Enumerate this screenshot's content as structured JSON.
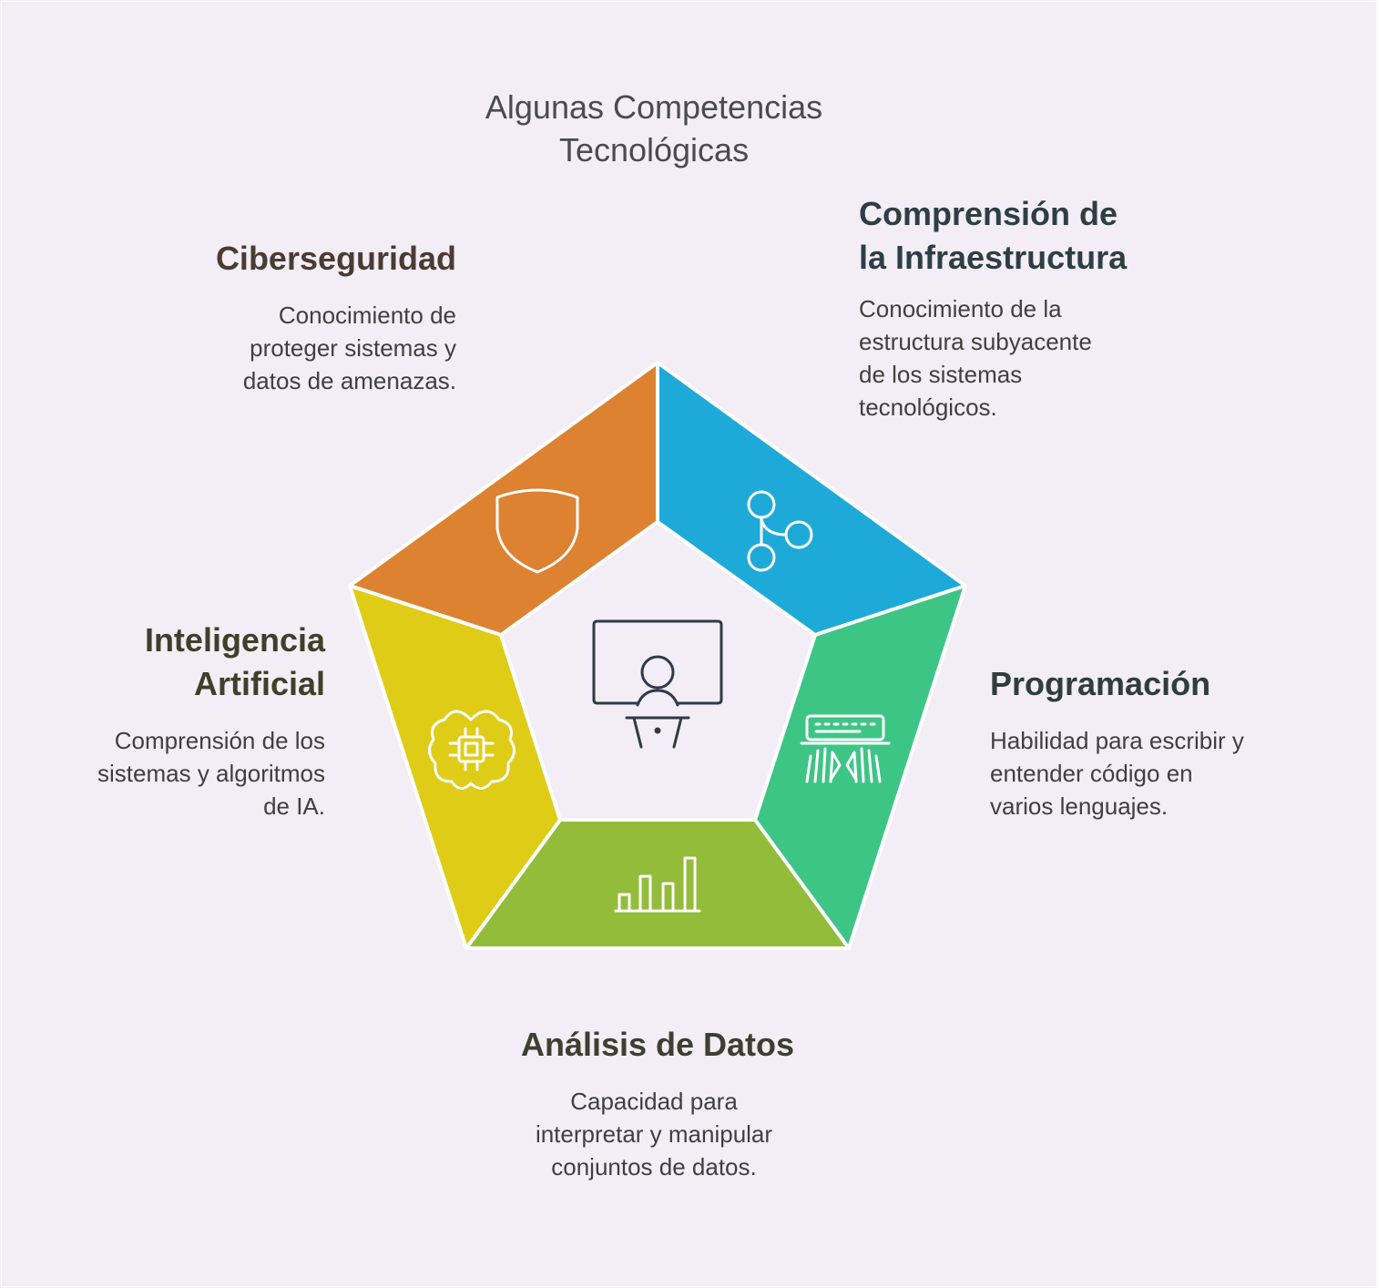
{
  "title": [
    "Algunas Competencias",
    "Tecnológicas"
  ],
  "colors": {
    "background": "#f3eef5",
    "ciberseguridad": "#dd8230",
    "infraestructura": "#1eaad9",
    "programacion": "#3dc586",
    "analisis": "#93bc3a",
    "ia": "#dfcc17"
  },
  "sections": {
    "ciberseguridad": {
      "heading": [
        "Ciberseguridad"
      ],
      "body": [
        "Conocimiento de",
        "proteger sistemas y",
        "datos de amenazas."
      ],
      "icon": "shield-icon"
    },
    "infraestructura": {
      "heading": [
        "Comprensión de",
        "la Infraestructura"
      ],
      "body": [
        "Conocimiento de la",
        "estructura subyacente",
        "de los sistemas",
        "tecnológicos."
      ],
      "icon": "branch-nodes-icon"
    },
    "programacion": {
      "heading": [
        "Programación"
      ],
      "body": [
        "Habilidad para escribir y",
        "entender código en",
        "varios lenguajes."
      ],
      "icon": "typing-keyboard-icon"
    },
    "analisis": {
      "heading": [
        "Análisis de Datos"
      ],
      "body": [
        "Capacidad para",
        "interpretar y manipular",
        "conjuntos de datos."
      ],
      "icon": "bar-chart-icon"
    },
    "ia": {
      "heading": [
        "Inteligencia",
        "Artificial"
      ],
      "body": [
        "Comprensión de los",
        "sistemas y algoritmos",
        "de IA."
      ],
      "icon": "ai-brain-chip-icon"
    }
  },
  "center_icon": "presenter-screen-icon"
}
